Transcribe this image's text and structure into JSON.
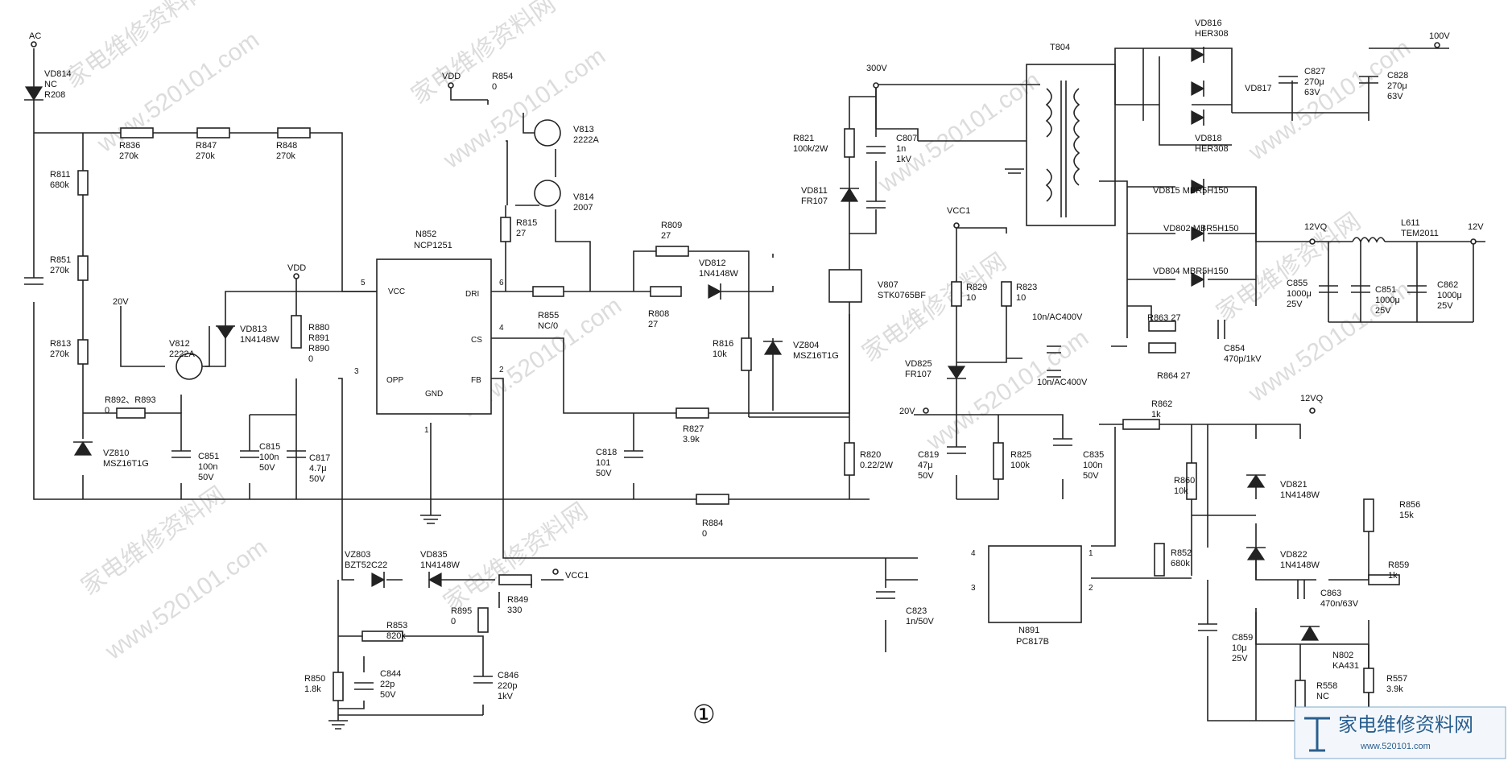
{
  "diagram": {
    "circle_marker": "①",
    "watermark": {
      "text": "www.520101.com",
      "text_cn": "家电维修资料网"
    },
    "logo": {
      "text": "家电维修资料网",
      "url": "www.520101.com"
    },
    "ic": {
      "ref": "N852",
      "part": "NCP1251",
      "pins": {
        "vcc": "VCC",
        "opp": "OPP",
        "gnd": "GND",
        "dri": "DRI",
        "cs": "CS",
        "fb": "FB",
        "n5": "5",
        "n3": "3",
        "n1": "1",
        "n6": "6",
        "n4": "4",
        "n2": "2"
      }
    },
    "optocoupler": {
      "ref": "N891",
      "part": "PC817B",
      "p1": "1",
      "p2": "2",
      "p3": "3",
      "p4": "4"
    },
    "nets": {
      "ac": "AC",
      "vdd_left": "VDD",
      "vdd_top": "VDD",
      "v20_left": "20V",
      "v300": "300V",
      "vcc1_top": "VCC1",
      "vcc1_bottom": "VCC1",
      "v20_right": "20V",
      "v100": "100V",
      "v12vq_top": "12VQ",
      "v12": "12V",
      "v12vq_out": "12VQ"
    },
    "components": [
      {
        "id": "vd814",
        "lines": [
          "VD814",
          "NC",
          "R208"
        ]
      },
      {
        "id": "r836",
        "lines": [
          "R836",
          "270k"
        ]
      },
      {
        "id": "r847",
        "lines": [
          "R847",
          "270k"
        ]
      },
      {
        "id": "r848",
        "lines": [
          "R848",
          "270k"
        ]
      },
      {
        "id": "r811",
        "lines": [
          "R811",
          "680k"
        ]
      },
      {
        "id": "r851",
        "lines": [
          "R851",
          "270k"
        ]
      },
      {
        "id": "r813",
        "lines": [
          "R813",
          "270k"
        ]
      },
      {
        "id": "r892",
        "lines": [
          "R892、R893",
          "0"
        ]
      },
      {
        "id": "vz810",
        "lines": [
          "VZ810",
          "MSZ16T1G"
        ]
      },
      {
        "id": "c851a",
        "lines": [
          "C851",
          "100n",
          "50V"
        ]
      },
      {
        "id": "v812",
        "lines": [
          "V812",
          "2222A"
        ]
      },
      {
        "id": "vd813",
        "lines": [
          "VD813",
          "1N4148W"
        ]
      },
      {
        "id": "c815",
        "lines": [
          "C815",
          "100n",
          "50V"
        ]
      },
      {
        "id": "c817",
        "lines": [
          "C817",
          "4.7μ",
          "50V"
        ]
      },
      {
        "id": "r880",
        "lines": [
          "R880",
          "R891",
          "R890",
          "0"
        ]
      },
      {
        "id": "r854",
        "lines": [
          "R854",
          "0"
        ]
      },
      {
        "id": "v813",
        "lines": [
          "V813",
          "2222A"
        ]
      },
      {
        "id": "v814",
        "lines": [
          "V814",
          "2007"
        ]
      },
      {
        "id": "r815",
        "lines": [
          "R815",
          "27"
        ]
      },
      {
        "id": "r809",
        "lines": [
          "R809",
          "27"
        ]
      },
      {
        "id": "vd812",
        "lines": [
          "VD812",
          "1N4148W"
        ]
      },
      {
        "id": "r855",
        "lines": [
          "R855",
          "NC/0"
        ]
      },
      {
        "id": "r808",
        "lines": [
          "R808",
          "27"
        ]
      },
      {
        "id": "r816",
        "lines": [
          "R816",
          "10k"
        ]
      },
      {
        "id": "vz804",
        "lines": [
          "VZ804",
          "MSZ16T1G"
        ]
      },
      {
        "id": "c818",
        "lines": [
          "C818",
          "101",
          "50V"
        ]
      },
      {
        "id": "r827",
        "lines": [
          "R827",
          "3.9k"
        ]
      },
      {
        "id": "r884",
        "lines": [
          "R884",
          "0"
        ]
      },
      {
        "id": "r821",
        "lines": [
          "R821",
          "100k/2W"
        ]
      },
      {
        "id": "c807",
        "lines": [
          "C807",
          "1n",
          "1kV"
        ]
      },
      {
        "id": "vd811",
        "lines": [
          "VD811",
          "FR107"
        ]
      },
      {
        "id": "v807",
        "lines": [
          "V807",
          "STK0765BF"
        ]
      },
      {
        "id": "r820",
        "lines": [
          "R820",
          "0.22/2W"
        ]
      },
      {
        "id": "t804",
        "lines": [
          "T804"
        ]
      },
      {
        "id": "r829",
        "lines": [
          "R829",
          "10"
        ]
      },
      {
        "id": "r823",
        "lines": [
          "R823",
          "10"
        ]
      },
      {
        "id": "vd825",
        "lines": [
          "VD825",
          "FR107"
        ]
      },
      {
        "id": "c819",
        "lines": [
          "C819",
          "47μ",
          "50V"
        ]
      },
      {
        "id": "r825",
        "lines": [
          "R825",
          "100k"
        ]
      },
      {
        "id": "c835",
        "lines": [
          "C835",
          "100n",
          "50V"
        ]
      },
      {
        "id": "cy1",
        "lines": [
          "10n/AC400V"
        ]
      },
      {
        "id": "cy2",
        "lines": [
          "10n/AC400V"
        ]
      },
      {
        "id": "vd816",
        "lines": [
          "VD816",
          "HER308"
        ]
      },
      {
        "id": "vd817",
        "lines": [
          "VD817"
        ]
      },
      {
        "id": "vd818",
        "lines": [
          "VD818",
          "HER308"
        ]
      },
      {
        "id": "c827",
        "lines": [
          "C827",
          "270μ",
          "63V"
        ]
      },
      {
        "id": "c828",
        "lines": [
          "C828",
          "270μ",
          "63V"
        ]
      },
      {
        "id": "vd815",
        "lines": [
          "VD815 MBR5H150"
        ]
      },
      {
        "id": "vd802",
        "lines": [
          "VD802 MBR5H150"
        ]
      },
      {
        "id": "vd804",
        "lines": [
          "VD804 MBR5H150"
        ]
      },
      {
        "id": "r863",
        "lines": [
          "R863 27"
        ]
      },
      {
        "id": "r864",
        "lines": [
          "R864 27"
        ]
      },
      {
        "id": "c854",
        "lines": [
          "C854",
          "470p/1kV"
        ]
      },
      {
        "id": "l611",
        "lines": [
          "L611",
          "TEM2011"
        ]
      },
      {
        "id": "c855",
        "lines": [
          "C855",
          "1000μ",
          "25V"
        ]
      },
      {
        "id": "c851b",
        "lines": [
          "C851",
          "1000μ",
          "25V"
        ]
      },
      {
        "id": "c862",
        "lines": [
          "C862",
          "1000μ",
          "25V"
        ]
      },
      {
        "id": "r862",
        "lines": [
          "R862",
          "1k"
        ]
      },
      {
        "id": "r860",
        "lines": [
          "R860",
          "10k"
        ]
      },
      {
        "id": "r852",
        "lines": [
          "R852",
          "680k"
        ]
      },
      {
        "id": "vd821",
        "lines": [
          "VD821",
          "1N4148W"
        ]
      },
      {
        "id": "vd822",
        "lines": [
          "VD822",
          "1N4148W"
        ]
      },
      {
        "id": "r856",
        "lines": [
          "R856",
          "15k"
        ]
      },
      {
        "id": "r859",
        "lines": [
          "R859",
          "1k"
        ]
      },
      {
        "id": "c863",
        "lines": [
          "C863",
          "470n/63V"
        ]
      },
      {
        "id": "c859",
        "lines": [
          "C859",
          "10μ",
          "25V"
        ]
      },
      {
        "id": "n802",
        "lines": [
          "N802",
          "KA431"
        ]
      },
      {
        "id": "r558",
        "lines": [
          "R558",
          "NC"
        ]
      },
      {
        "id": "r557",
        "lines": [
          "R557",
          "3.9k"
        ]
      },
      {
        "id": "c823",
        "lines": [
          "C823",
          "1n/50V"
        ]
      },
      {
        "id": "vz803",
        "lines": [
          "VZ803",
          "BZT52C22"
        ]
      },
      {
        "id": "vd835",
        "lines": [
          "VD835",
          "1N4148W"
        ]
      },
      {
        "id": "r849",
        "lines": [
          "R849",
          "330"
        ]
      },
      {
        "id": "r895",
        "lines": [
          "R895",
          "0"
        ]
      },
      {
        "id": "r853",
        "lines": [
          "R853",
          "820k"
        ]
      },
      {
        "id": "r850",
        "lines": [
          "R850",
          "1.8k"
        ]
      },
      {
        "id": "c844",
        "lines": [
          "C844",
          "22p",
          "50V"
        ]
      },
      {
        "id": "c846",
        "lines": [
          "C846",
          "220p",
          "1kV"
        ]
      }
    ]
  }
}
